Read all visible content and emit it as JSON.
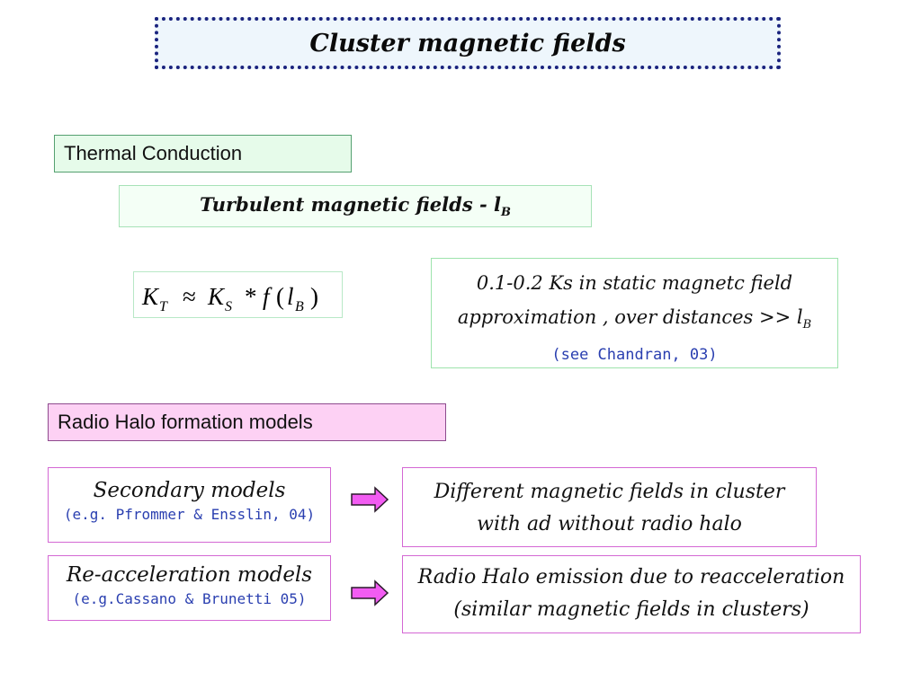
{
  "title": "Cluster magnetic fields",
  "thermal": {
    "header": "Thermal Conduction",
    "turbulent_label": "Turbulent magnetic fields  - l",
    "turbulent_sub": "B",
    "formula": {
      "K": "K",
      "sub_T": "T",
      "approx": "≈",
      "sub_S": "S",
      "star": "*",
      "f": "f",
      "lparen": "(",
      "l": "l",
      "sub_B": "B",
      "rparen": ")"
    },
    "note_line1": "0.1-0.2 Ks  in static  magnetc field",
    "note_line2": "approximation , over distances >> l",
    "note_line2_sub": "B",
    "note_ref": "(see Chandran, 03)"
  },
  "radio": {
    "header": "Radio Halo formation models",
    "secondary": {
      "name": "Secondary models",
      "ref": "(e.g. Pfrommer & Ensslin, 04)",
      "outcome_line1": "Different magnetic fields in cluster",
      "outcome_line2": "with ad without radio halo"
    },
    "reacceleration": {
      "name": "Re-acceleration models",
      "ref": "(e.g.Cassano & Brunetti 05)",
      "outcome_line1": "Radio Halo emission due to reacceleration",
      "outcome_line2": "(similar magnetic fields in clusters)"
    }
  },
  "colors": {
    "arrow_fill": "#f25cf2",
    "arrow_stroke": "#2a1a2a",
    "ref_text": "#2a3fb0"
  },
  "icons": {
    "arrow": "right-arrow-icon"
  }
}
